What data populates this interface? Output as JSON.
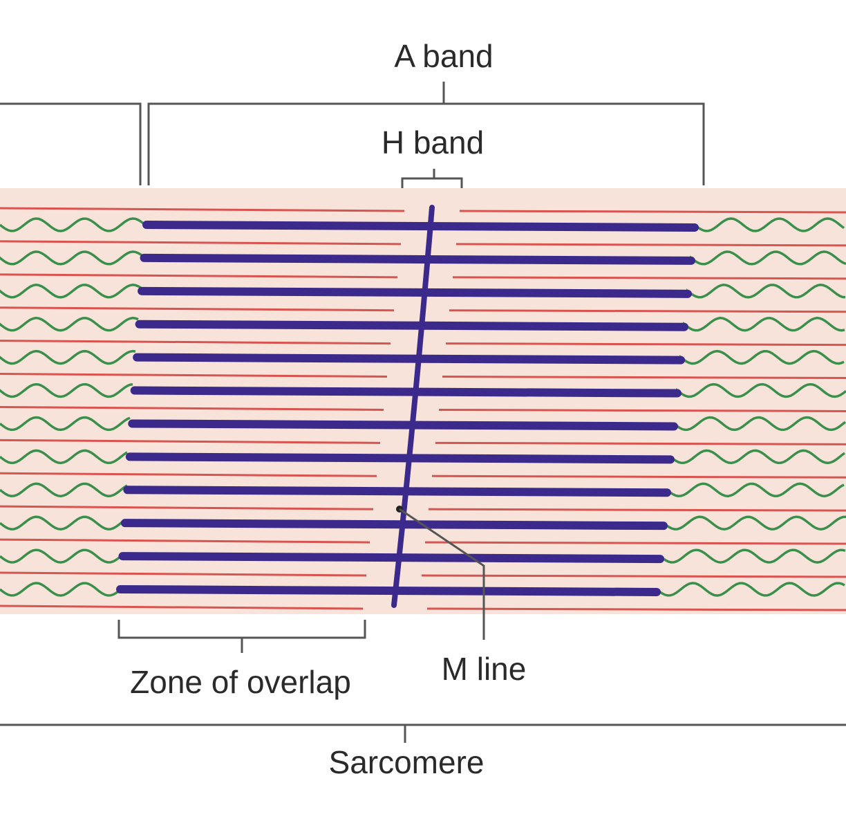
{
  "labels": {
    "a_band": "A band",
    "h_band": "H band",
    "zone_of_overlap": "Zone of overlap",
    "m_line": "M line",
    "sarcomere": "Sarcomere"
  },
  "colors": {
    "background_band": "#f7e3da",
    "thick_filament": "#3b2a8c",
    "thin_filament": "#d9534f",
    "titin": "#3a8f4a",
    "bracket": "#555555",
    "text": "#2a2a2a"
  },
  "structure": {
    "thick_filament_count": 12,
    "thin_filaments_per_side_between_thick": 1
  }
}
